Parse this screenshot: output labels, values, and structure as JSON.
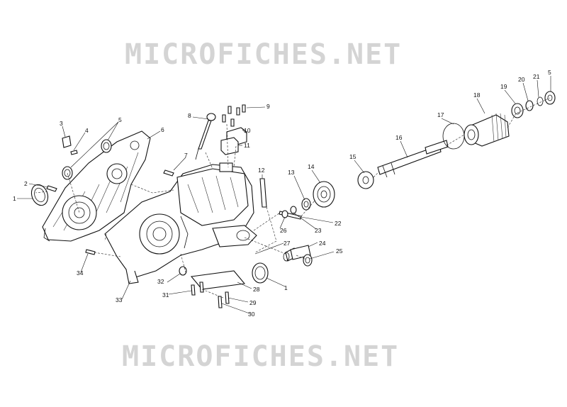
{
  "watermark": {
    "top": "MICROFICHES.NET",
    "bottom": "MICROFICHES.NET"
  },
  "callouts": {
    "n1a": "1",
    "n1b": "1",
    "n2": "2",
    "n3": "3",
    "n4": "4",
    "n5a": "5",
    "n5b": "5",
    "n6": "6",
    "n7": "7",
    "n8": "8",
    "n9": "9",
    "n10": "10",
    "n11": "11",
    "n12": "12",
    "n13": "13",
    "n14": "14",
    "n15": "15",
    "n16": "16",
    "n17": "17",
    "n18": "18",
    "n19": "19",
    "n20": "20",
    "n21": "21",
    "n22": "22",
    "n23": "23",
    "n24": "24",
    "n25": "25",
    "n26": "26",
    "n27": "27",
    "n28": "28",
    "n29": "29",
    "n30": "30",
    "n31": "31",
    "n32": "32",
    "n33": "33",
    "n34": "34"
  }
}
